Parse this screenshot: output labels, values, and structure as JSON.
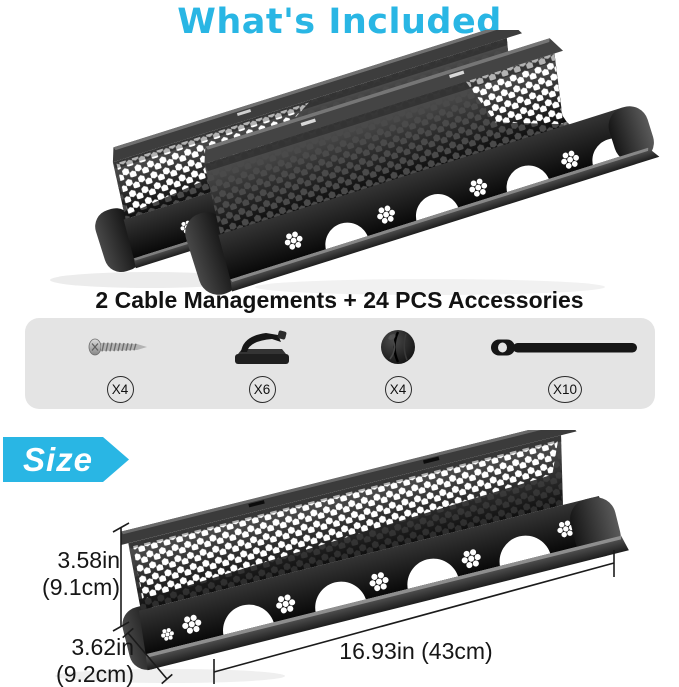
{
  "title": "What's Included",
  "included": {
    "summary": "2 Cable Managements + 24 PCS Accessories",
    "accessories": [
      {
        "icon": "screw-icon",
        "qty": "X4"
      },
      {
        "icon": "adhesive-cable-clip-icon",
        "qty": "X6"
      },
      {
        "icon": "round-cable-clip-icon",
        "qty": "X4"
      },
      {
        "icon": "cable-tie-icon",
        "qty": "X10"
      }
    ]
  },
  "size": {
    "label": "Size",
    "height": {
      "inches": "3.58in",
      "cm": "(9.1cm)"
    },
    "depth": {
      "inches": "3.62in",
      "cm": "(9.2cm)"
    },
    "length": "16.93in (43cm)"
  },
  "colors": {
    "accent": "#29b6e4",
    "text": "#171717",
    "accessories_bar_bg": "#e4e4e4",
    "tray_black": "#151515"
  }
}
